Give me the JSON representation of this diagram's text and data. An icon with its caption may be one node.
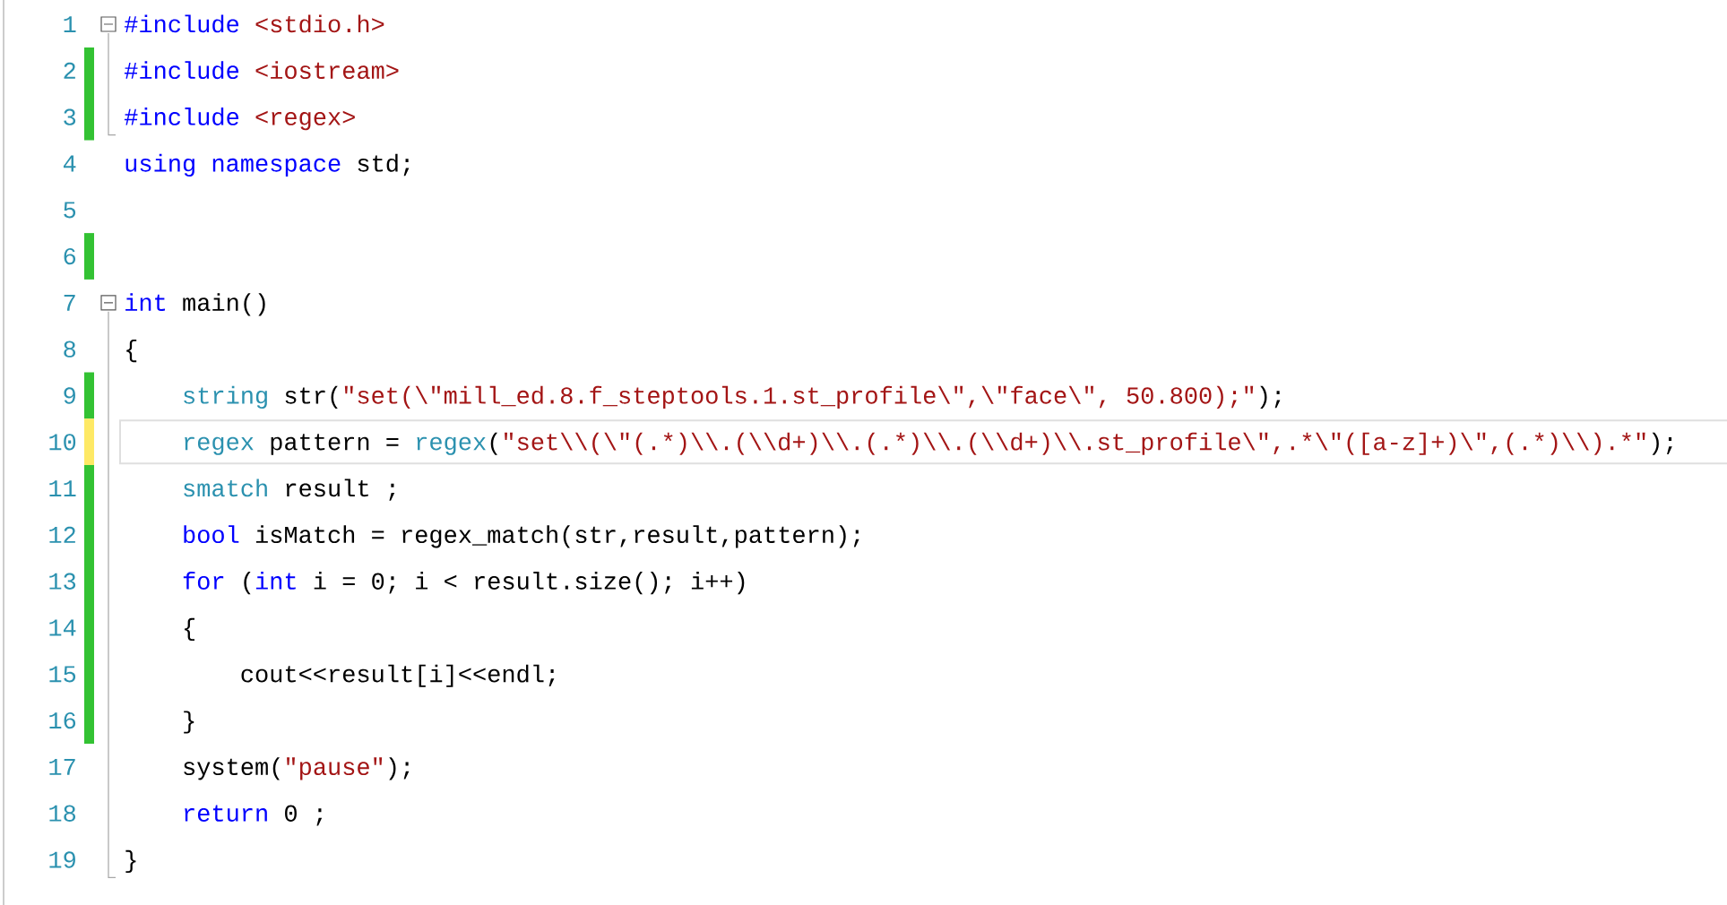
{
  "diagram": {
    "labels": [
      "1",
      "#include",
      "<stdio.h>",
      "2",
      "#include",
      "<iostream>",
      "3",
      "#include",
      "<regex>",
      "4",
      "using namespace",
      "std;",
      "5",
      "6",
      "7",
      "int",
      "main()",
      "8",
      "{",
      "9",
      "string",
      "str(",
      "\"set(\\\"mill_ed.8.f_steptools.1.st_profile\\\",\\\"face\\\", 50.800);\"",
      ");",
      "10",
      "regex",
      "pattern =",
      "regex",
      "(",
      "\"set\\\\(\\\"(.*)\\\\.(\\\\d+)\\\\.(",
      ".*)\\\\.(\\\\d+)\\\\.st_profile\\\",",
      ".*\\\"([a-z]+)\\\",(",
      ".*)\\\\).",
      "*\"",
      ");",
      "11",
      "smatch",
      "result ;",
      "12",
      "bool",
      "isMatch = regex_match(str,result,pattern);",
      "13",
      "for",
      "(",
      "int",
      "i = 0; i < result.size(); i++)",
      "14",
      "{",
      "15",
      "cout<<result[i]<<endl;",
      "16",
      "}",
      "17",
      "system(",
      "\"pause\"",
      ");",
      "18",
      "return",
      "0 ;",
      "19",
      "}"
    ]
  }
}
